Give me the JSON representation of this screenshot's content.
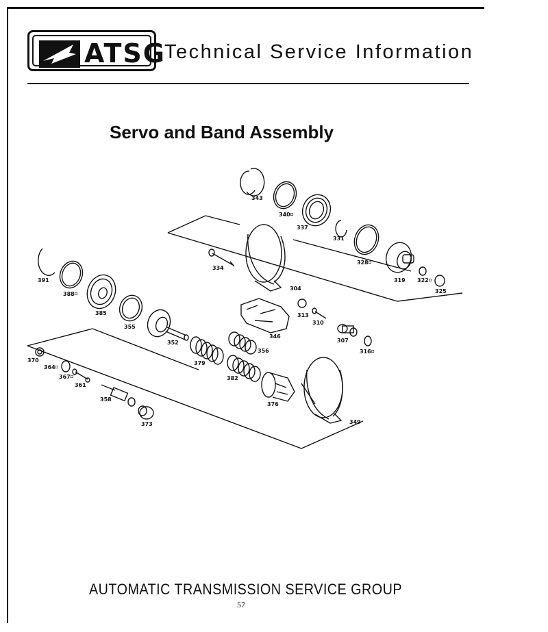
{
  "header": {
    "logo_text": "ATSG",
    "title": "Technical Service Information"
  },
  "page_title": "Servo and Band Assembly",
  "diagram": {
    "callouts": [
      {
        "id": "343",
        "text": "343"
      },
      {
        "id": "340",
        "text": "340⌑"
      },
      {
        "id": "337",
        "text": "337"
      },
      {
        "id": "331",
        "text": "331"
      },
      {
        "id": "328",
        "text": "328⌑"
      },
      {
        "id": "319",
        "text": "319"
      },
      {
        "id": "322",
        "text": "322⌑"
      },
      {
        "id": "325",
        "text": "325"
      },
      {
        "id": "334",
        "text": "334"
      },
      {
        "id": "304",
        "text": "304"
      },
      {
        "id": "313",
        "text": "313"
      },
      {
        "id": "310",
        "text": "310"
      },
      {
        "id": "346",
        "text": "346"
      },
      {
        "id": "307",
        "text": "307"
      },
      {
        "id": "316",
        "text": "316⌑"
      },
      {
        "id": "391",
        "text": "391"
      },
      {
        "id": "388",
        "text": "388⌑"
      },
      {
        "id": "385",
        "text": "385"
      },
      {
        "id": "355",
        "text": "355"
      },
      {
        "id": "352",
        "text": "352"
      },
      {
        "id": "379",
        "text": "379"
      },
      {
        "id": "356",
        "text": "356"
      },
      {
        "id": "382",
        "text": "382"
      },
      {
        "id": "370",
        "text": "370"
      },
      {
        "id": "364",
        "text": "364⌑"
      },
      {
        "id": "367",
        "text": "367⌑"
      },
      {
        "id": "361",
        "text": "361"
      },
      {
        "id": "358",
        "text": "358"
      },
      {
        "id": "373",
        "text": "373"
      },
      {
        "id": "376",
        "text": "376"
      },
      {
        "id": "349",
        "text": "349"
      }
    ]
  },
  "footer": {
    "org": "AUTOMATIC TRANSMISSION SERVICE GROUP",
    "page_number": "57"
  }
}
